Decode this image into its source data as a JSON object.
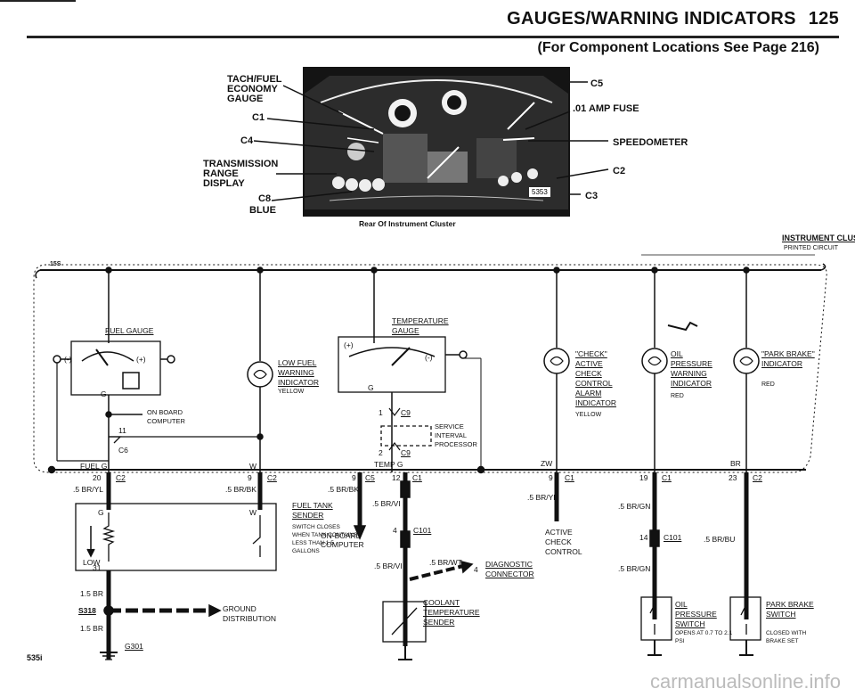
{
  "header": {
    "title": "GAUGES/WARNING INDICATORS",
    "page_number": "125",
    "subtitle": "(For Component Locations See Page 216)"
  },
  "cluster_photo": {
    "callouts": {
      "tach_fuel": "TACH/FUEL ECONOMY GAUGE",
      "c1": "C1",
      "c4": "C4",
      "transmission": "TRANSMISSION RANGE DISPLAY",
      "c8": "C8",
      "blue": "BLUE",
      "c5": "C5",
      "fuse": ".01 AMP FUSE",
      "speedometer": "SPEEDOMETER",
      "c2": "C2",
      "c3": "C3"
    },
    "tag": "5353",
    "caption": "Rear Of Instrument Cluster"
  },
  "instrument_cluster": {
    "label": "INSTRUMENT CLUSTER",
    "sublabel": "PRINTED CIRCUIT",
    "bus_label": "15S"
  },
  "fuel_gauge": {
    "title": "FUEL GAUGE",
    "minus": "(-)",
    "plus": "(+)",
    "g": "G",
    "on_board": "ON BOARD COMPUTER",
    "pin11": "11",
    "c6": "C6",
    "fuel_g": "FUEL G"
  },
  "low_fuel": {
    "title": "LOW FUEL WARNING INDICATOR",
    "color": "YELLOW",
    "w": "W",
    "pin9": "9",
    "conn": "C2",
    "wire": ".5 BR/BK"
  },
  "temp_gauge": {
    "title": "TEMPERATURE GAUGE",
    "plus": "(+)",
    "minus": "(-)",
    "g": "G",
    "pin1": "1",
    "c9": "C9",
    "service": "SERVICE INTERVAL PROCESSOR",
    "pin2": "2",
    "temp_g": "TEMP G"
  },
  "check_indicator": {
    "title": "\"CHECK\" ACTIVE CHECK CONTROL ALARM INDICATOR",
    "color": "YELLOW",
    "zw": "ZW"
  },
  "oil_indicator": {
    "title": "OIL PRESSURE WARNING INDICATOR",
    "color": "RED"
  },
  "park_indicator": {
    "title": "\"PARK BRAKE\" INDICATOR",
    "color": "RED",
    "br": "BR"
  },
  "connectors": {
    "c20": "20",
    "c2a": "C2",
    "wire_brl": ".5 BR/YL",
    "p9c5": "9",
    "c5": "C5",
    "p12": "12",
    "c1a": "C1",
    "wire_brbk2": ".5 BR/BK",
    "p9c1": "9",
    "c1b": "C1",
    "wire_brl2": ".5 BR/YL",
    "p19": "19",
    "c1c": "C1",
    "wire_brgn": ".5 BR/GN",
    "p23": "23",
    "c2b": "C2",
    "p14": "14",
    "c101b": "C101",
    "wire_brbu": ".5 BR/BU",
    "wire_brgn2": ".5 BR/GN",
    "p4": "4",
    "c101a": "C101",
    "wire_brvi": ".5 BR/VI",
    "wire_brvi2": ".5 BR/VI",
    "wire_brwt": ".5 BR/WT",
    "p4b": "4"
  },
  "fuel_sender": {
    "title": "FUEL TANK SENDER",
    "note": "SWITCH CLOSES WHEN TANK CONTAINS LESS THAN 1.5 GALLONS",
    "g": "G",
    "w": "W",
    "low": "LOW",
    "p31": "31"
  },
  "onboard_computer": "ON-BOARD COMPUTER",
  "active_check": "ACTIVE CHECK CONTROL",
  "diagnostic": "DIAGNOSTIC CONNECTOR",
  "coolant_sender": "COOLANT TEMPERATURE SENDER",
  "oil_switch": {
    "title": "OIL PRESSURE SWITCH",
    "note": "OPENS AT 0.7 TO 2.1 PSI"
  },
  "park_switch": {
    "title": "PARK BRAKE SWITCH",
    "note": "CLOSED WITH BRAKE SET"
  },
  "ground": {
    "wire1": "1.5 BR",
    "s318": "S318",
    "wire2": "1.5 BR",
    "g301": "G301",
    "label": "GROUND DISTRIBUTION"
  },
  "model": "535i",
  "watermark": "carmanualsonline.info"
}
